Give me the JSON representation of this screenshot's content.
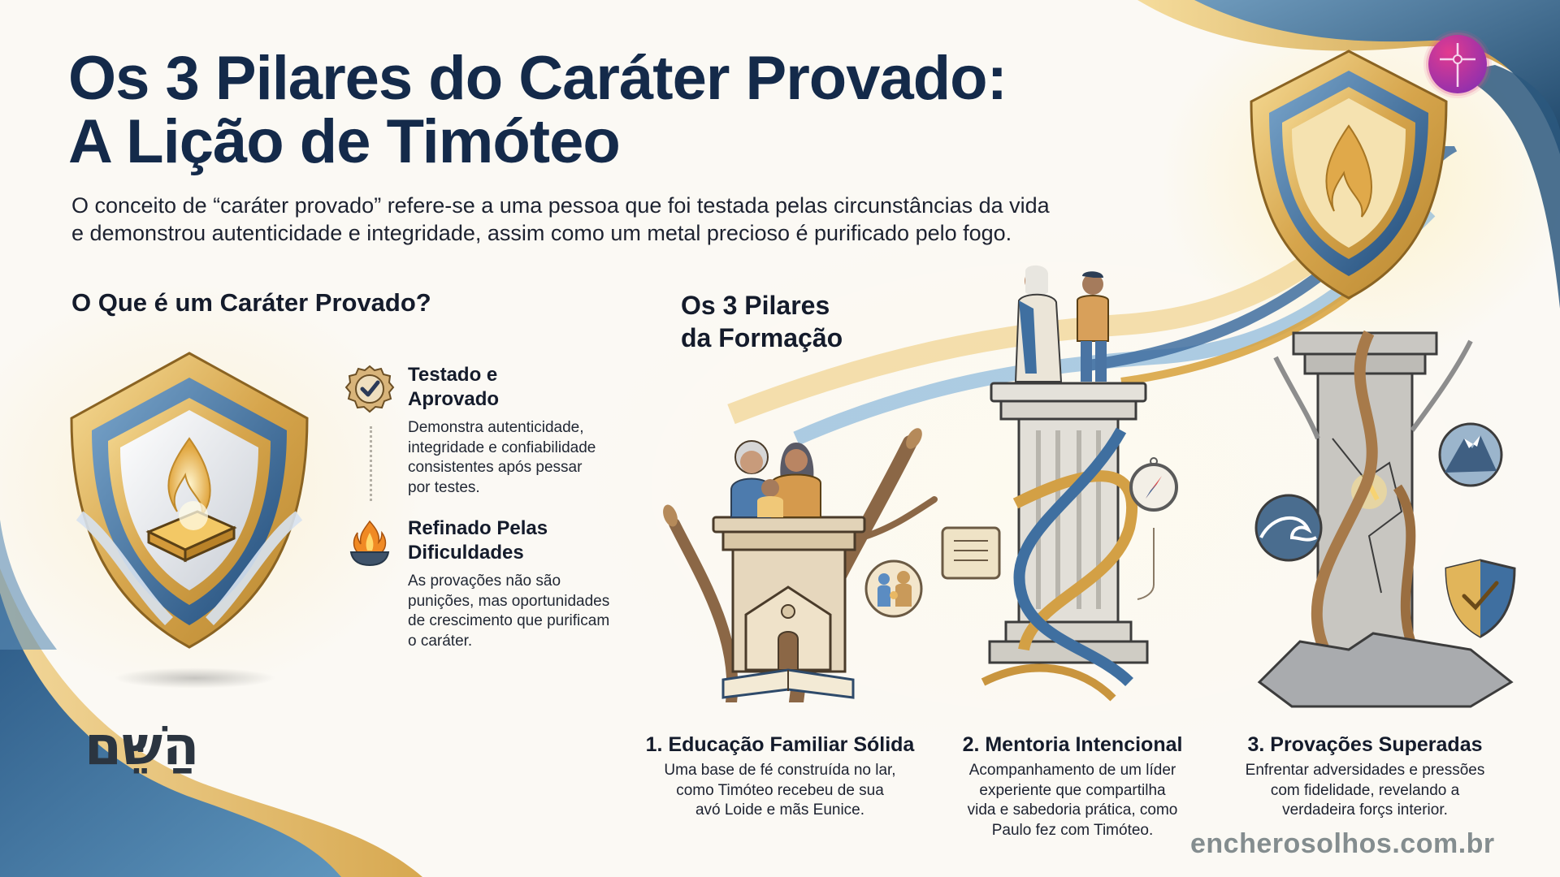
{
  "header": {
    "title_lines": [
      "Os 3 Pilares do Caráter Provado:",
      "A Lição de Timóteo"
    ],
    "intro_lines": [
      "O conceito de “caráter provado” refere-se a uma pessoa que foi testada pelas circunstâncias da vida",
      "e demonstrou autenticidade e integridade, assim como um metal precioso é purificado pelo fogo."
    ]
  },
  "left_section": {
    "title": "O Que é um Caráter Provado?",
    "hero_icon": "shield-flame-gold-bar-icon",
    "features": [
      {
        "icon": "seal-checkmark-icon",
        "title_lines": [
          "Testado e",
          "Aprovado"
        ],
        "desc_lines": [
          "Demonstra autenticidade,",
          "integridade e confiabilidade",
          "consistentes após pessar",
          "por testes."
        ]
      },
      {
        "icon": "flame-bowl-icon",
        "title_lines": [
          "Refinado Pelas",
          "Dificuldades"
        ],
        "desc_lines": [
          "As provações não são",
          "punições, mas oportunidades",
          "de crescimento que purificam",
          "o caráter."
        ]
      }
    ]
  },
  "middle_section": {
    "title_lines": [
      "Os 3 Pilares",
      "da Formação"
    ]
  },
  "pillars": [
    {
      "title": "1. Educação Familiar Sólida",
      "illustration": "family-on-pillar-tree-house-bible-icon",
      "desc_lines": [
        "Uma base de fé construída no lar,",
        "como Timóteo recebeu de sua",
        "avó Loide e mãs Eunice."
      ]
    },
    {
      "title": "2. Mentoria Intencional",
      "illustration": "mentor-and-youth-on-column-compass-scroll-icon",
      "desc_lines": [
        "Acompanhamento de um líder",
        "experiente que compartilha",
        "vida e sabedoria prática, como",
        "Paulo fez com Timóteo."
      ]
    },
    {
      "title": "3. Provações Superadas",
      "illustration": "cracked-column-roots-wave-mountain-shield-icon",
      "desc_lines": [
        "Enfrentar adversidades e pressões",
        "com fidelidade, revelando a",
        "verdadeira forçs interior."
      ]
    }
  ],
  "branding": {
    "hebrew_logo": "הַשֵּׁם",
    "watermark": "encherosolhos.com.br",
    "badge_icon": "cross-target-badge-icon",
    "top_shield_icon": "shield-flame-icon"
  },
  "colors": {
    "background": "#fbf9f4",
    "title_navy": "#142a4a",
    "gold": "#d8a848",
    "blue": "#2f5f8f",
    "badge_pink": "#d23a8e",
    "watermark_gray": "#848d8f"
  }
}
